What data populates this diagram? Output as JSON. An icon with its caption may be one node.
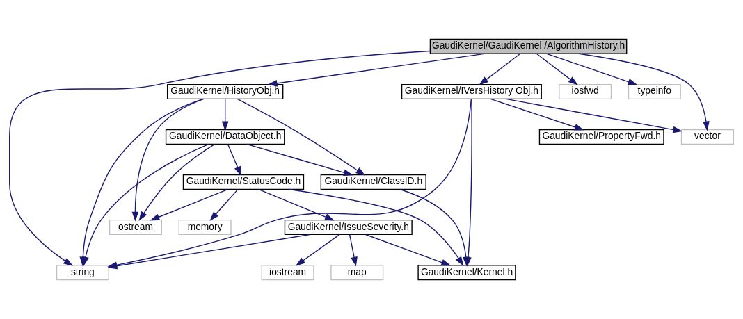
{
  "diagram": {
    "nodes": [
      {
        "text": [
          "GaudiKernel/GaudiKernel /AlgorithmHistory.h"
        ]
      },
      {
        "text": [
          "string"
        ]
      },
      {
        "text": [
          "GaudiKernel/HistoryObj.h"
        ]
      },
      {
        "text": [
          "GaudiKernel/IVersHistory Obj.h"
        ]
      },
      {
        "text": [
          "iosfwd"
        ]
      },
      {
        "text": [
          "typeinfo"
        ]
      },
      {
        "text": [
          "vector"
        ]
      },
      {
        "text": [
          "GaudiKernel/DataObject.h"
        ]
      },
      {
        "text": [
          "ostream"
        ]
      },
      {
        "text": [
          "GaudiKernel/ClassID.h"
        ]
      },
      {
        "text": [
          "GaudiKernel/Kernel.h"
        ]
      },
      {
        "text": [
          "GaudiKernel/PropertyFwd.h"
        ]
      },
      {
        "text": [
          "GaudiKernel/StatusCode.h"
        ]
      },
      {
        "text": [
          "memory"
        ]
      },
      {
        "text": [
          "GaudiKernel/IssueSeverity.h"
        ]
      },
      {
        "text": [
          "iostream"
        ]
      },
      {
        "text": [
          "map"
        ]
      }
    ],
    "edges": [
      {
        "from": 0,
        "to": 1,
        "arrow": "to"
      },
      {
        "from": 0,
        "to": 2,
        "arrow": "to"
      },
      {
        "from": 0,
        "to": 3,
        "arrow": "to"
      },
      {
        "from": 0,
        "to": 6,
        "arrow": "to"
      },
      {
        "from": 0,
        "to": 4,
        "arrow": "to"
      },
      {
        "from": 0,
        "to": 5,
        "arrow": "to"
      },
      {
        "from": 2,
        "to": 1,
        "arrow": "to"
      },
      {
        "from": 2,
        "to": 7,
        "arrow": "to"
      },
      {
        "from": 2,
        "to": 8,
        "arrow": "to"
      },
      {
        "from": 2,
        "to": 9,
        "arrow": "to"
      },
      {
        "from": 3,
        "to": 1,
        "arrow": "to"
      },
      {
        "from": 3,
        "to": 10,
        "arrow": "to"
      },
      {
        "from": 3,
        "to": 11,
        "arrow": "to"
      },
      {
        "from": 3,
        "to": 6,
        "arrow": "to"
      },
      {
        "from": 7,
        "to": 1,
        "arrow": "to"
      },
      {
        "from": 7,
        "to": 12,
        "arrow": "to"
      },
      {
        "from": 7,
        "to": 8,
        "arrow": "to"
      },
      {
        "from": 7,
        "to": 9,
        "arrow": "to"
      },
      {
        "from": 9,
        "to": 10,
        "arrow": "to"
      },
      {
        "from": 12,
        "to": 13,
        "arrow": "to"
      },
      {
        "from": 12,
        "to": 14,
        "arrow": "to"
      },
      {
        "from": 12,
        "to": 8,
        "arrow": "to"
      },
      {
        "from": 12,
        "to": 10,
        "arrow": "to"
      },
      {
        "from": 14,
        "to": 1,
        "arrow": "to"
      },
      {
        "from": 14,
        "to": 15,
        "arrow": "to"
      },
      {
        "from": 14,
        "to": 16,
        "arrow": "to"
      },
      {
        "from": 14,
        "to": 10,
        "arrow": "to"
      }
    ]
  }
}
